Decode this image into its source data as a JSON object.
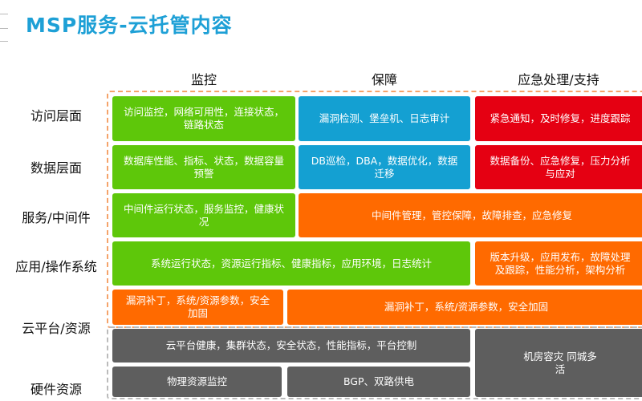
{
  "title": "MSP服务-云托管内容",
  "columns": [
    "监控",
    "保障",
    "应急处理/支持"
  ],
  "rows": [
    "访问层面",
    "数据层面",
    "服务/中间件",
    "应用/操作系统",
    "云平台/资源",
    "硬件资源"
  ],
  "cells": {
    "r1c1": "访问监控，网络可用性，连接状态，链路状态",
    "r1c2": "漏洞检测、堡垒机、日志审计",
    "r1c3": "紧急通知，及时修复，进度跟踪",
    "r2c1": "数据库性能、指标、状态，数据容量预警",
    "r2c2": "DB巡检，DBA，数据优化，数据迁移",
    "r2c3": "数据备份、应急修复，压力分析与应对",
    "r3c1": "中间件运行状态，服务监控，健康状况",
    "r3c23": "中间件管理，管控保障，故障排查，应急修复",
    "r4c12": "系统运行状态，资源运行指标、健康指标，应用环境，日志统计",
    "r4c3": "版本升级，应用发布，故障处理及跟踪，性能分析，架构分析",
    "r5c1": "漏洞补丁，系统/资源参数，安全加固",
    "r5c23": "漏洞补丁，系统/资源参数，安全加固",
    "r6c12": "云平台健康，集群状态，安全状态，性能指标，平台控制",
    "r67c3": "机房容灾 同城多活",
    "r7c1": "物理资源监控",
    "r7c2": "BGP、双路供电"
  },
  "colors": {
    "green": "#5ec70a",
    "blue": "#14a0d2",
    "red": "#e50012",
    "orange": "#ff6a00",
    "gray": "#5e5e5e",
    "title": "#1ea0d6"
  }
}
